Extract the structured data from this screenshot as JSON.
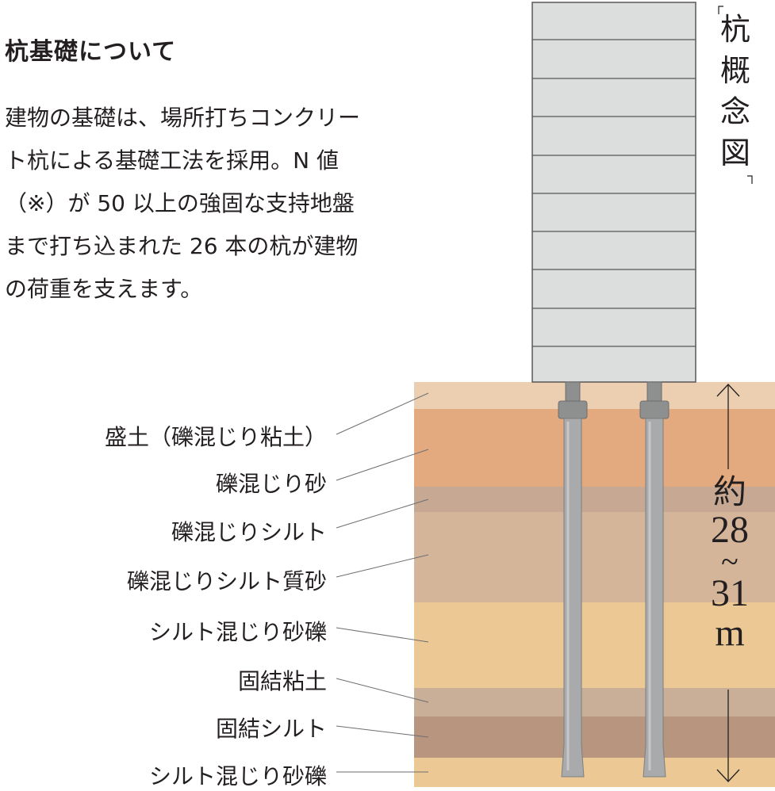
{
  "title": "杭基礎について",
  "description_lines": [
    "建物の基礎は、場所打ちコンクリー",
    "ト杭による基礎工法を採用。N 値",
    "（※）が 50 以上の強固な支持地盤",
    "まで打ち込まれた 26 本の杭が建物",
    "の荷重を支えます。"
  ],
  "diagram_title": "杭概念図",
  "diagram_title_chars": [
    "杭",
    "概",
    "念",
    "図"
  ],
  "depth": {
    "prefix": "約",
    "from": "28",
    "tilde": "~",
    "to": "31",
    "unit": "m"
  },
  "soil_layers": [
    {
      "label": "盛土（礫混じり粘土）",
      "color": "#ebcfb0"
    },
    {
      "label": "礫混じり砂",
      "color": "#e3aa7f"
    },
    {
      "label": "礫混じりシルト",
      "color": "#c7a993"
    },
    {
      "label": "礫混じりシルト質砂",
      "color": "#d4b59a"
    },
    {
      "label": "シルト混じり砂礫",
      "color": "#ecc994"
    },
    {
      "label": "固結粘土",
      "color": "#c9af97"
    },
    {
      "label": "固結シルト",
      "color": "#b8957f"
    },
    {
      "label": "シルト混じり砂礫",
      "color": "#ecc994"
    }
  ],
  "colors": {
    "building_fill": "#dcdddd",
    "building_stroke": "#595757",
    "pile": "#a9aaab",
    "pile_cap": "#8e8f8f",
    "text": "#231f20",
    "leader": "#6d6e71"
  }
}
